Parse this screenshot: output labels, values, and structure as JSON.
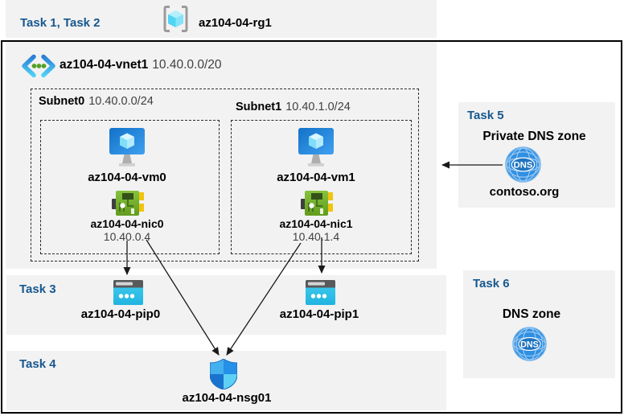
{
  "colors": {
    "band_bg": "#f2f2f2",
    "task_label_blue": "#17588f",
    "arrow": "#1a1a1a",
    "vm_blue_dark": "#1272c8",
    "vm_blue_light": "#3f9ff0",
    "nic_green": "#74b12c",
    "nic_yellow": "#f1c40f",
    "pip_cyan": "#2fc3ea",
    "pip_gray": "#58595b",
    "dns_blue": "#2f8fe2",
    "shield_tl": "#45b0ee",
    "shield_tr": "#2490e8",
    "shield_bl": "#1973cf",
    "shield_br": "#5fd0f5"
  },
  "header": {
    "task_label": "Task 1, Task 2",
    "rg_name": "az104-04-rg1"
  },
  "vnet": {
    "name": "az104-04-vnet1",
    "cidr": "10.40.0.0/20"
  },
  "subnets": [
    {
      "name": "Subnet0",
      "cidr": "10.40.0.0/24",
      "vm_name": "az104-04-vm0",
      "nic_name": "az104-04-nic0",
      "nic_ip": "10.40.0.4"
    },
    {
      "name": "Subnet1",
      "cidr": "10.40.1.0/24",
      "vm_name": "az104-04-vm1",
      "nic_name": "az104-04-nic1",
      "nic_ip": "10.40.1.4"
    }
  ],
  "task3": {
    "label": "Task 3",
    "pip0_name": "az104-04-pip0",
    "pip1_name": "az104-04-pip1"
  },
  "task4": {
    "label": "Task 4",
    "nsg_name": "az104-04-nsg01"
  },
  "task5": {
    "label": "Task 5",
    "title": "Private DNS zone",
    "zone_name": "contoso.org",
    "dns_text": "DNS"
  },
  "task6": {
    "label": "Task 6",
    "title": "DNS zone",
    "dns_text": "DNS"
  }
}
